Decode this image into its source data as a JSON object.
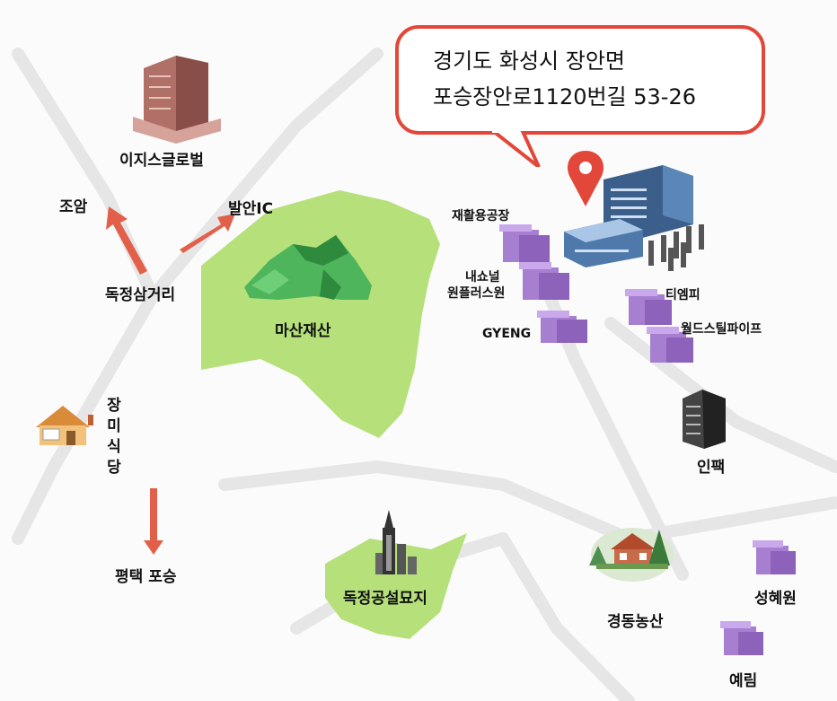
{
  "address": {
    "line1": "경기도 화성시 장안면",
    "line2": "포승장안로1120번길 53-26"
  },
  "labels": {
    "easys_global": "이지스글로벌",
    "joam": "조암",
    "balan_ic": "발안IC",
    "dokjeong_junction": "독정삼거리",
    "masanjaesan": "마산재산",
    "recycling_plant": "재활용공장",
    "naesyonal_1": "내쇼널",
    "naesyonal_2": "원플러스원",
    "gyeng": "GYENG",
    "tmp": "티엠피",
    "world_steel_pipe": "월드스틸파이프",
    "jangmi_sikdang": [
      "장",
      "미",
      "식",
      "당"
    ],
    "pyeongtaek_poseung": "평택 포승",
    "dokjeong_cemetery": "독정공설묘지",
    "inpack": "인팩",
    "gyeongdong_farm": "경동농산",
    "seonghyewon": "성혜원",
    "yerim": "예림"
  },
  "colors": {
    "park_green": "#b5e07a",
    "arrow_red": "#e2604a",
    "callout_red": "#e2473a",
    "factory_purple": "#a77fd0",
    "mountain_green": "#3fa84e"
  }
}
